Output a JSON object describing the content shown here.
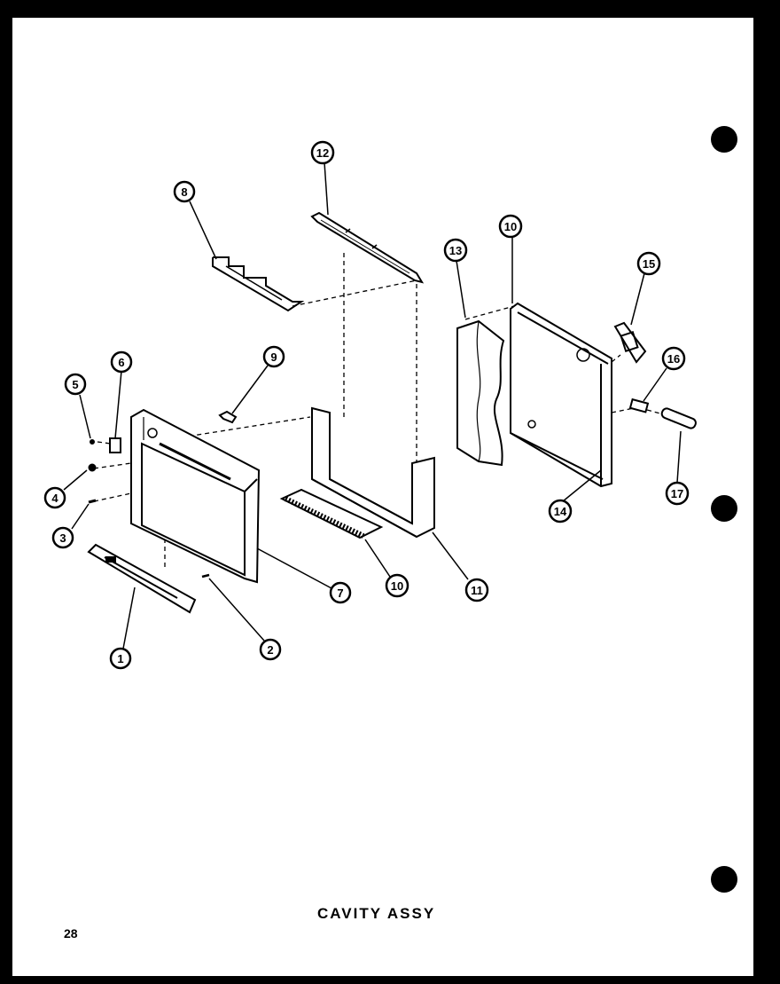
{
  "title": "CAVITY ASSY",
  "page_number": "28",
  "callouts": [
    "1",
    "2",
    "3",
    "4",
    "5",
    "6",
    "7",
    "8",
    "9",
    "10",
    "11",
    "12",
    "13",
    "10",
    "14",
    "15",
    "16",
    "17"
  ],
  "colors": {
    "ink": "#000000",
    "paper": "#ffffff",
    "surround": "#000000"
  }
}
